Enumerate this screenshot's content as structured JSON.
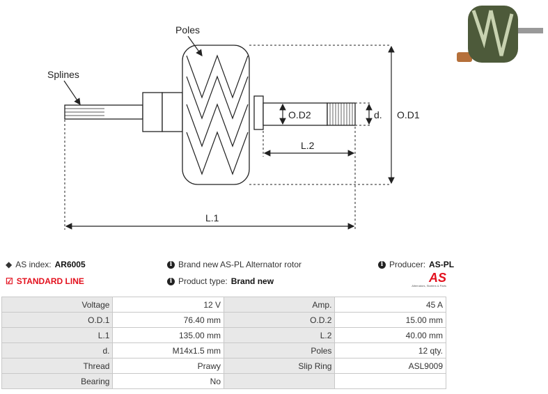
{
  "diagram": {
    "poles": "Poles",
    "splines": "Splines",
    "od1": "O.D1",
    "od2": "O.D2",
    "d": "d.",
    "l1": "L.1",
    "l2": "L.2"
  },
  "info": {
    "as_index_label": "AS index:",
    "as_index": "AR6005",
    "line": "STANDARD LINE",
    "description": "Brand new AS-PL Alternator rotor",
    "product_type_label": "Product type:",
    "product_type": "Brand new",
    "producer_label": "Producer:",
    "producer": "AS-PL",
    "logo_text": "AS",
    "logo_sub": "Alternators, Starters & Parts"
  },
  "specs": [
    [
      "Voltage",
      "12 V",
      "Amp.",
      "45 A"
    ],
    [
      "O.D.1",
      "76.40 mm",
      "O.D.2",
      "15.00 mm"
    ],
    [
      "L.1",
      "135.00 mm",
      "L.2",
      "40.00 mm"
    ],
    [
      "d.",
      "M14x1.5 mm",
      "Poles",
      "12 qty."
    ],
    [
      "Thread",
      "Prawy",
      "Slip Ring",
      "ASL9009"
    ],
    [
      "Bearing",
      "No",
      "",
      ""
    ]
  ],
  "colors": {
    "accent": "#e3101d"
  }
}
